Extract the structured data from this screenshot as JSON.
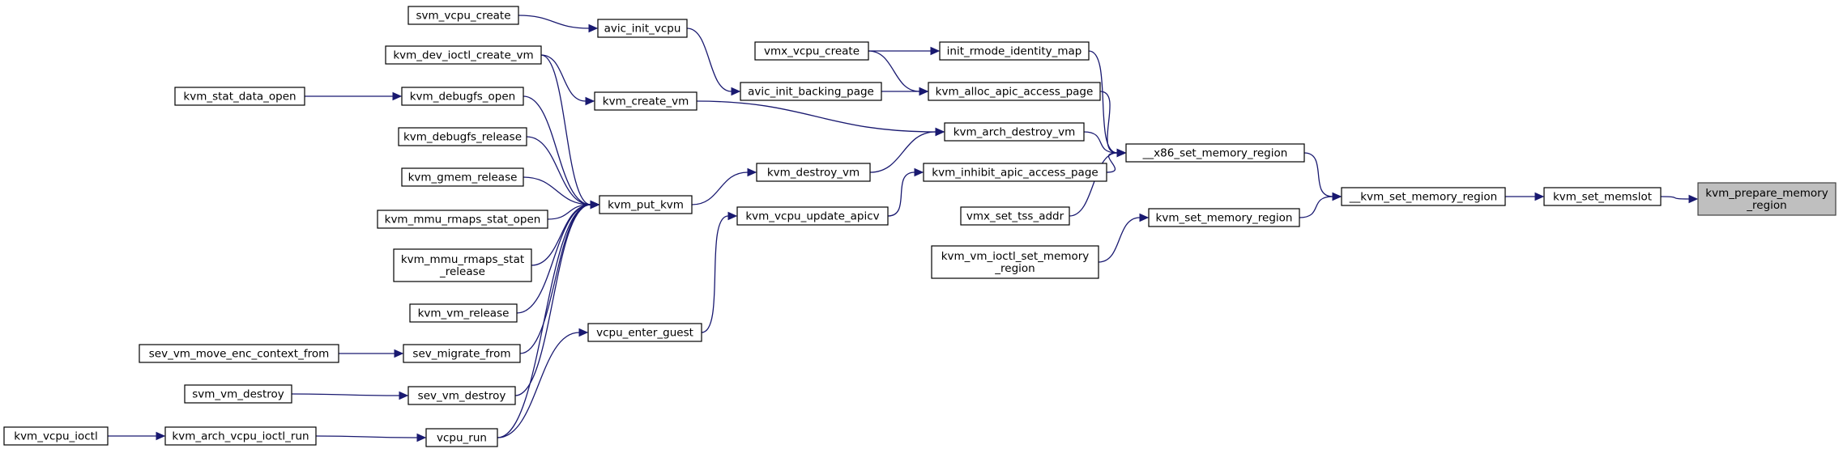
{
  "colors": {
    "edge": "#191970",
    "node_fill": "#ffffff",
    "node_border": "#000000",
    "root_fill": "#bfbfbf"
  },
  "nodes": {
    "svm_vcpu_create": [
      "svm_vcpu_create"
    ],
    "avic_init_vcpu": [
      "avic_init_vcpu"
    ],
    "kvm_dev_ioctl_create_vm": [
      "kvm_dev_ioctl_create_vm"
    ],
    "vmx_vcpu_create": [
      "vmx_vcpu_create"
    ],
    "init_rmode_identity_map": [
      "init_rmode_identity_map"
    ],
    "avic_init_backing_page": [
      "avic_init_backing_page"
    ],
    "kvm_alloc_apic_access_page": [
      "kvm_alloc_apic_access_page"
    ],
    "kvm_stat_data_open": [
      "kvm_stat_data_open"
    ],
    "kvm_debugfs_open": [
      "kvm_debugfs_open"
    ],
    "kvm_create_vm": [
      "kvm_create_vm"
    ],
    "kvm_arch_destroy_vm": [
      "kvm_arch_destroy_vm"
    ],
    "kvm_debugfs_release": [
      "kvm_debugfs_release"
    ],
    "x86_set_memory_region": [
      "__x86_set_memory_region"
    ],
    "kvm_destroy_vm": [
      "kvm_destroy_vm"
    ],
    "kvm_inhibit_apic_access_page": [
      "kvm_inhibit_apic_access_page"
    ],
    "kvm_gmem_release": [
      "kvm_gmem_release"
    ],
    "kvm_put_kvm": [
      "kvm_put_kvm"
    ],
    "kvm_set_memory_region_internal": [
      "__kvm_set_memory_region"
    ],
    "kvm_set_memslot": [
      "kvm_set_memslot"
    ],
    "kvm_prepare_memory_region": [
      "kvm_prepare_memory",
      "_region"
    ],
    "kvm_vcpu_update_apicv": [
      "kvm_vcpu_update_apicv"
    ],
    "vmx_set_tss_addr": [
      "vmx_set_tss_addr"
    ],
    "kvm_mmu_rmaps_stat_open": [
      "kvm_mmu_rmaps_stat_open"
    ],
    "kvm_set_memory_region": [
      "kvm_set_memory_region"
    ],
    "kvm_vm_ioctl_set_memory_region": [
      "kvm_vm_ioctl_set_memory",
      "_region"
    ],
    "kvm_mmu_rmaps_stat_release": [
      "kvm_mmu_rmaps_stat",
      "_release"
    ],
    "kvm_vm_release": [
      "kvm_vm_release"
    ],
    "vcpu_enter_guest": [
      "vcpu_enter_guest"
    ],
    "sev_vm_move_enc_context_from": [
      "sev_vm_move_enc_context_from"
    ],
    "sev_migrate_from": [
      "sev_migrate_from"
    ],
    "svm_vm_destroy": [
      "svm_vm_destroy"
    ],
    "sev_vm_destroy": [
      "sev_vm_destroy"
    ],
    "kvm_vcpu_ioctl": [
      "kvm_vcpu_ioctl"
    ],
    "kvm_arch_vcpu_ioctl_run": [
      "kvm_arch_vcpu_ioctl_run"
    ],
    "vcpu_run": [
      "vcpu_run"
    ]
  },
  "root": "kvm_prepare_memory_region",
  "edges": [
    [
      "svm_vcpu_create",
      "avic_init_vcpu"
    ],
    [
      "avic_init_vcpu",
      "avic_init_backing_page"
    ],
    [
      "avic_init_backing_page",
      "kvm_alloc_apic_access_page"
    ],
    [
      "vmx_vcpu_create",
      "init_rmode_identity_map"
    ],
    [
      "vmx_vcpu_create",
      "kvm_alloc_apic_access_page"
    ],
    [
      "init_rmode_identity_map",
      "x86_set_memory_region"
    ],
    [
      "kvm_alloc_apic_access_page",
      "x86_set_memory_region"
    ],
    [
      "kvm_dev_ioctl_create_vm",
      "kvm_create_vm"
    ],
    [
      "kvm_dev_ioctl_create_vm",
      "kvm_put_kvm"
    ],
    [
      "kvm_stat_data_open",
      "kvm_debugfs_open"
    ],
    [
      "kvm_debugfs_open",
      "kvm_put_kvm"
    ],
    [
      "kvm_create_vm",
      "kvm_arch_destroy_vm"
    ],
    [
      "kvm_arch_destroy_vm",
      "x86_set_memory_region"
    ],
    [
      "kvm_debugfs_release",
      "kvm_put_kvm"
    ],
    [
      "kvm_gmem_release",
      "kvm_put_kvm"
    ],
    [
      "kvm_mmu_rmaps_stat_open",
      "kvm_put_kvm"
    ],
    [
      "kvm_mmu_rmaps_stat_release",
      "kvm_put_kvm"
    ],
    [
      "kvm_vm_release",
      "kvm_put_kvm"
    ],
    [
      "sev_migrate_from",
      "kvm_put_kvm"
    ],
    [
      "sev_vm_destroy",
      "kvm_put_kvm"
    ],
    [
      "vcpu_run",
      "kvm_put_kvm"
    ],
    [
      "kvm_put_kvm",
      "kvm_destroy_vm"
    ],
    [
      "kvm_destroy_vm",
      "kvm_arch_destroy_vm"
    ],
    [
      "kvm_inhibit_apic_access_page",
      "x86_set_memory_region"
    ],
    [
      "kvm_vcpu_update_apicv",
      "kvm_inhibit_apic_access_page"
    ],
    [
      "vcpu_enter_guest",
      "kvm_vcpu_update_apicv"
    ],
    [
      "vcpu_run",
      "vcpu_enter_guest"
    ],
    [
      "vmx_set_tss_addr",
      "x86_set_memory_region"
    ],
    [
      "x86_set_memory_region",
      "kvm_set_memory_region_internal"
    ],
    [
      "kvm_set_memory_region",
      "kvm_set_memory_region_internal"
    ],
    [
      "kvm_vm_ioctl_set_memory_region",
      "kvm_set_memory_region"
    ],
    [
      "kvm_set_memory_region_internal",
      "kvm_set_memslot"
    ],
    [
      "kvm_set_memslot",
      "kvm_prepare_memory_region"
    ],
    [
      "sev_vm_move_enc_context_from",
      "sev_migrate_from"
    ],
    [
      "svm_vm_destroy",
      "sev_vm_destroy"
    ],
    [
      "kvm_vcpu_ioctl",
      "kvm_arch_vcpu_ioctl_run"
    ],
    [
      "kvm_arch_vcpu_ioctl_run",
      "vcpu_run"
    ]
  ]
}
